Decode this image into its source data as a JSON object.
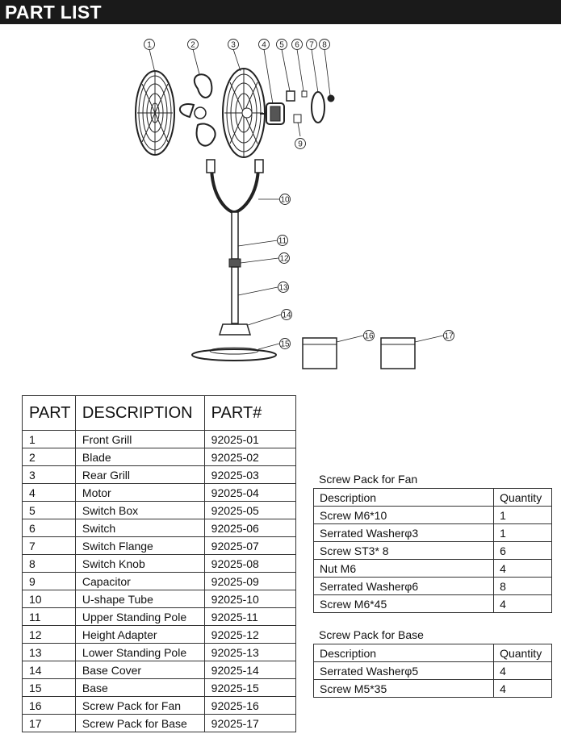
{
  "header": {
    "title": "PART LIST"
  },
  "diagram": {
    "callouts": [
      "1",
      "2",
      "3",
      "4",
      "5",
      "6",
      "7",
      "8",
      "9",
      "10",
      "11",
      "12",
      "13",
      "14",
      "15",
      "16",
      "17"
    ]
  },
  "parts_table": {
    "headers": [
      "PART",
      "DESCRIPTION",
      "PART#"
    ],
    "rows": [
      [
        "1",
        "Front Grill",
        "92025-01"
      ],
      [
        "2",
        "Blade",
        "92025-02"
      ],
      [
        "3",
        "Rear Grill",
        "92025-03"
      ],
      [
        "4",
        "Motor",
        "92025-04"
      ],
      [
        "5",
        "Switch Box",
        "92025-05"
      ],
      [
        "6",
        "Switch",
        "92025-06"
      ],
      [
        "7",
        "Switch Flange",
        "92025-07"
      ],
      [
        "8",
        "Switch Knob",
        "92025-08"
      ],
      [
        "9",
        "Capacitor",
        "92025-09"
      ],
      [
        "10",
        "U-shape Tube",
        "92025-10"
      ],
      [
        "11",
        "Upper Standing Pole",
        "92025-11"
      ],
      [
        "12",
        "Height Adapter",
        "92025-12"
      ],
      [
        "13",
        "Lower Standing Pole",
        "92025-13"
      ],
      [
        "14",
        "Base Cover",
        "92025-14"
      ],
      [
        "15",
        "Base",
        "92025-15"
      ],
      [
        "16",
        "Screw Pack for Fan",
        "92025-16"
      ],
      [
        "17",
        "Screw Pack for Base",
        "92025-17"
      ]
    ]
  },
  "fan_pack": {
    "title": "Screw Pack for Fan",
    "headers": [
      "Description",
      "Quantity"
    ],
    "rows": [
      [
        "Screw M6*10",
        "1"
      ],
      [
        "Serrated Washerφ3",
        "1"
      ],
      [
        "Screw ST3* 8",
        "6"
      ],
      [
        "Nut M6",
        "4"
      ],
      [
        "Serrated Washerφ6",
        "8"
      ],
      [
        "Screw M6*45",
        "4"
      ]
    ]
  },
  "base_pack": {
    "title": "Screw Pack for Base",
    "headers": [
      "Description",
      "Quantity"
    ],
    "rows": [
      [
        "Serrated Washerφ5",
        "4"
      ],
      [
        "Screw M5*35",
        "4"
      ]
    ]
  }
}
